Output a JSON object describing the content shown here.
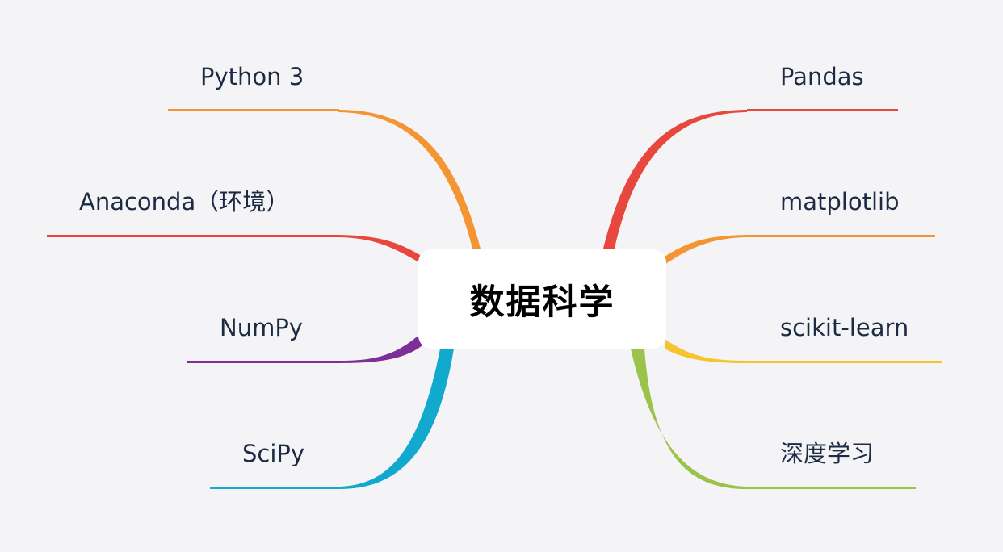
{
  "central_topic": {
    "label": "数据科学"
  },
  "branches": [
    {
      "id": "python3",
      "label": "Python 3",
      "side": "left",
      "color": "#f39533"
    },
    {
      "id": "anaconda",
      "label": "Anaconda（环境）",
      "side": "left",
      "color": "#e8473e"
    },
    {
      "id": "numpy",
      "label": "NumPy",
      "side": "left",
      "color": "#7e2f97"
    },
    {
      "id": "scipy",
      "label": "SciPy",
      "side": "left",
      "color": "#12a9cf"
    },
    {
      "id": "pandas",
      "label": "Pandas",
      "side": "right",
      "color": "#e8473e"
    },
    {
      "id": "matplotlib",
      "label": "matplotlib",
      "side": "right",
      "color": "#f39533"
    },
    {
      "id": "sklearn",
      "label": "scikit-learn",
      "side": "right",
      "color": "#f7c431"
    },
    {
      "id": "deep",
      "label": "深度学习",
      "side": "right",
      "color": "#9bc24a"
    }
  ]
}
